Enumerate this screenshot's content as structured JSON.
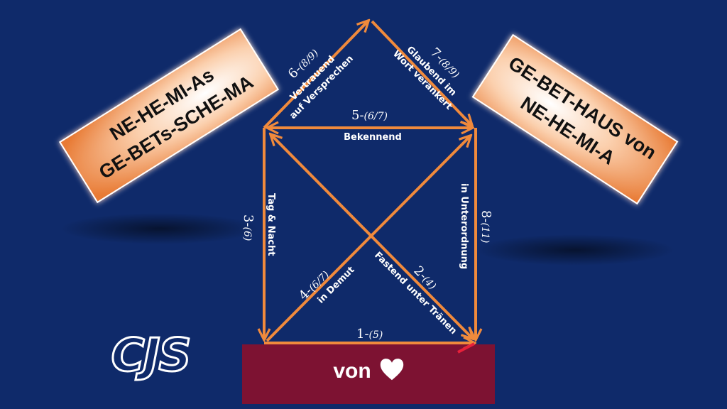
{
  "left_sign": {
    "line1": "NE-HE-MI-As",
    "line2": "GE-BETs-SCHE-MA"
  },
  "right_sign": {
    "line1": "GE-BET-HAUS von",
    "line2": "NE-HE-MI-A"
  },
  "base": {
    "text": "von",
    "icon": "heart-icon"
  },
  "logo": {
    "text": "CJS"
  },
  "edges": {
    "e1": {
      "num": "1-",
      "paren": "(5)",
      "label": ""
    },
    "e2": {
      "num": "2-",
      "paren": "(4)",
      "label": "Fastend unter Tränen"
    },
    "e3": {
      "num": "3-",
      "paren": "(6)",
      "label": "Tag & Nacht"
    },
    "e4": {
      "num": "4-",
      "paren": "(6/7)",
      "label": "in Demut"
    },
    "e5": {
      "num": "5-",
      "paren": "(6/7)",
      "label": "Bekennend"
    },
    "e6": {
      "num": "6-",
      "paren": "(8/9)",
      "label1": "Vertrauend",
      "label2": "auf Versprechen"
    },
    "e7": {
      "num": "7-",
      "paren": "(8/9)",
      "label1": "Glaubend im",
      "label2": "Wort verankert"
    },
    "e8": {
      "num": "8-",
      "paren": "(11)",
      "label": "in Unterordnung"
    }
  },
  "colors": {
    "background": "#0f2a6a",
    "arrow": "#f08a3c",
    "base": "#7d1232",
    "sign_dark": "#e87a34",
    "sign_light": "#ffffff"
  }
}
